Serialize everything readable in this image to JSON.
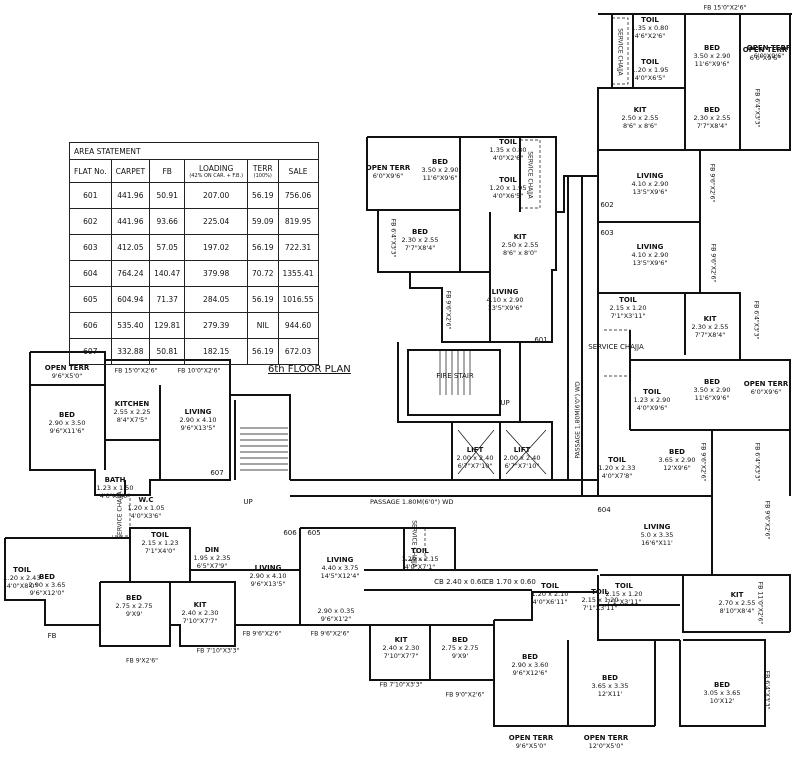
{
  "title": "6th FLOOR PLAN",
  "area_statement": {
    "caption": "AREA STATEMENT",
    "headers": [
      "FLAT No.",
      "CARPET",
      "FB",
      "LOADING",
      "TERR",
      "SALE"
    ],
    "loading_note": "(42% ON CAR. + F.B.)",
    "terr_note": "(100%)",
    "rows": [
      [
        "601",
        "441.96",
        "50.91",
        "207.00",
        "56.19",
        "756.06"
      ],
      [
        "602",
        "441.96",
        "93.66",
        "225.04",
        "59.09",
        "819.95"
      ],
      [
        "603",
        "412.05",
        "57.05",
        "197.02",
        "56.19",
        "722.31"
      ],
      [
        "604",
        "764.24",
        "140.47",
        "379.98",
        "70.72",
        "1355.41"
      ],
      [
        "605",
        "604.94",
        "71.37",
        "284.05",
        "56.19",
        "1016.55"
      ],
      [
        "606",
        "535.40",
        "129.81",
        "279.39",
        "NIL",
        "944.60"
      ],
      [
        "607",
        "332.88",
        "50.81",
        "182.15",
        "56.19",
        "672.03"
      ]
    ]
  },
  "rooms": [
    {
      "name": "BED",
      "dim": "3.50 x 2.90",
      "imp": "11'6\"X9'6\""
    },
    {
      "name": "OPEN TERR",
      "dim": "6'0\"X9'6\"",
      "imp": ""
    },
    {
      "name": "BED",
      "dim": "2.30 x 2.55",
      "imp": "7'7\"X8'4\""
    },
    {
      "name": "KIT",
      "dim": "2.50 x 2.55",
      "imp": "8'6\" x 8'0\""
    },
    {
      "name": "LIVING",
      "dim": "4.10 x 2.90",
      "imp": "13'5\"X9'6\""
    },
    {
      "name": "BED",
      "dim": "3.50 x 2.90",
      "imp": "11'6\"X9'6\""
    },
    {
      "name": "OPEN TERR",
      "dim": "6'0\"X9'6\"",
      "imp": ""
    },
    {
      "name": "KIT",
      "dim": "2.50 x 2.55",
      "imp": "8'6\" x 8'6\""
    },
    {
      "name": "BED",
      "dim": "2.30 x 2.55",
      "imp": "7'7\"X8'4\""
    },
    {
      "name": "LIVING",
      "dim": "4.10 x 2.90",
      "imp": "13'5\"X9'6\""
    },
    {
      "name": "LIVING",
      "dim": "4.10 x 2.90",
      "imp": "13'5\"X9'6\""
    },
    {
      "name": "KIT",
      "dim": "2.30 x 2.55",
      "imp": "7'7\"X8'4\""
    },
    {
      "name": "BED",
      "dim": "3.50 x 2.90",
      "imp": "11'6\"X9'6\""
    },
    {
      "name": "OPEN TERR",
      "dim": "6'0\"X9'6\"",
      "imp": ""
    },
    {
      "name": "BED",
      "dim": "3.65 x 2.90",
      "imp": "12'X9'6\""
    },
    {
      "name": "LIVING",
      "dim": "5.0 x 3.35",
      "imp": "16'6\"X11'"
    },
    {
      "name": "KIT",
      "dim": "2.70 x 2.55",
      "imp": "8'10\"X8'4\""
    },
    {
      "name": "BED",
      "dim": "3.05 x 3.65",
      "imp": "10'X12'"
    },
    {
      "name": "BED",
      "dim": "3.65 x 3.35",
      "imp": "12'X11'"
    },
    {
      "name": "BED",
      "dim": "2.90 x 3.60",
      "imp": "9'6\"X12'6\""
    },
    {
      "name": "LIFT",
      "dim": "2.00 x 2.40",
      "imp": "6'7\"X7'10\""
    },
    {
      "name": "LIFT",
      "dim": "2.00 x 2.40",
      "imp": "6'7\"X7'10\""
    },
    {
      "name": "OPEN TERR",
      "dim": "9'6\"X5'0\"",
      "imp": ""
    },
    {
      "name": "KITCHEN",
      "dim": "2.55 x 2.25",
      "imp": "8'4\"X7'5\""
    },
    {
      "name": "LIVING",
      "dim": "2.90 x 4.10",
      "imp": "9'6\"X13'5\""
    },
    {
      "name": "BED",
      "dim": "2.90 x 3.50",
      "imp": "9'6\"X11'6\""
    },
    {
      "name": "BATH",
      "dim": "1.23 x 1.50",
      "imp": "4'0\"X5'0\""
    },
    {
      "name": "W.C",
      "dim": "1.20 x 1.05",
      "imp": "4'0\"X3'6\""
    },
    {
      "name": "DIN",
      "dim": "1.95 x 2.35",
      "imp": "6'5\"X7'9\""
    },
    {
      "name": "LIVING",
      "dim": "2.90 x 4.10",
      "imp": "9'6\"X13'5\""
    },
    {
      "name": "LIVING",
      "dim": "4.40 x 3.75",
      "imp": "14'5\"X12'4\""
    },
    {
      "name": "",
      "dim": "2.90 x 0.35",
      "imp": "9'6\"X1'2\""
    },
    {
      "name": "BED",
      "dim": "2.90 x 3.65",
      "imp": "9'6\"X12'0\""
    },
    {
      "name": "BED",
      "dim": "2.75 x 2.75",
      "imp": "9'X9'"
    },
    {
      "name": "KIT",
      "dim": "2.40 x 2.30",
      "imp": "7'10\"X7'7\""
    },
    {
      "name": "KIT",
      "dim": "2.40 x 2.30",
      "imp": "7'10\"X7'7\""
    },
    {
      "name": "BED",
      "dim": "2.75 x 2.75",
      "imp": "9'X9'"
    },
    {
      "name": "OPEN TERR",
      "dim": "9'6\"X5'0\"",
      "imp": ""
    },
    {
      "name": "OPEN TERR",
      "dim": "12'0\"X5'0\"",
      "imp": ""
    },
    {
      "name": "OPEN TERR",
      "dim": "6'0\"X9'6\"",
      "imp": ""
    }
  ],
  "toilets": [
    {
      "name": "TOIL",
      "dim": "1.35 x 0.80",
      "imp": "4'0\"X2'6\""
    },
    {
      "name": "TOIL",
      "dim": "1.20 x 1.95",
      "imp": "4'0\"X6'5\""
    },
    {
      "name": "TOIL",
      "dim": "1.35 x 0.80",
      "imp": "4'6\"X2'6\""
    },
    {
      "name": "TOIL",
      "dim": "1.20 x 1.95",
      "imp": "4'0\"X6'5\""
    },
    {
      "name": "TOIL",
      "dim": "2.15 x 1.20",
      "imp": "7'1\"X3'11\""
    },
    {
      "name": "TOIL",
      "dim": "1.23 x 2.90",
      "imp": "4'0\"X9'6\""
    },
    {
      "name": "TOIL",
      "dim": "1.20 x 2.33",
      "imp": "4'0\"X7'8\""
    },
    {
      "name": "TOIL",
      "dim": "2.15 x 1.20",
      "imp": "7'1\"X3'11\""
    },
    {
      "name": "TOIL",
      "dim": "1.20 x 2.10",
      "imp": "4'0\"X6'11\""
    },
    {
      "name": "TOIL",
      "dim": "2.15 x 1.20",
      "imp": "7'1\"X3'11\""
    },
    {
      "name": "TOIL",
      "dim": "1.20 x 2.15",
      "imp": "4'0\"X7'1\""
    },
    {
      "name": "TOIL",
      "dim": "1.20 x 2.43",
      "imp": "4'0\"X8'0\""
    },
    {
      "name": "TOIL",
      "dim": "2.15 x 1.23",
      "imp": "7'1\"X4'0\""
    }
  ],
  "labels": {
    "fire_stair": "FIRE STAIR",
    "up": "UP",
    "up2": "UP",
    "passage_h": "PASSAGE 1.80M(6'0\") WD",
    "passage_v": "PASSAGE 1.80M(6'0\") WD",
    "service_chajja": "SERVICE CHAJJA",
    "fb": "FB",
    "cb1": "CB 2.40 x 0.60",
    "cb2": "CB 1.70 x 0.60"
  },
  "fb_labels": [
    "FB 15'0\"X2'6\"",
    "FB 6'4\"X3'3\"",
    "FB 9'6\"X2'6\"",
    "FB 6'4\"X3'3\"",
    "FB 9'6\"X2'6\"",
    "FB 9'6\"X2'6\"",
    "FB 6'4\"X3'3\"",
    "FB 9'6\"X2'6\"",
    "FB 6'4\"X3'3\"",
    "FB 9'6\"X2'6\"",
    "FB 11'0\"X2'6\"",
    "FB 6'4\"X3'3\"",
    "FB 15'0\"X2'6\"",
    "FB 10'0\"X2'6\"",
    "FB 9'6\"X2'6\"",
    "FB 9'6\"X2'6\"",
    "FB 7'10\"X3'3\"",
    "FB 9'X2'6\"",
    "FB 7'10\"X3'3\"",
    "FB 9'0\"X2'6\""
  ],
  "flat_numbers": [
    "601",
    "602",
    "603",
    "604",
    "605",
    "606",
    "607"
  ]
}
